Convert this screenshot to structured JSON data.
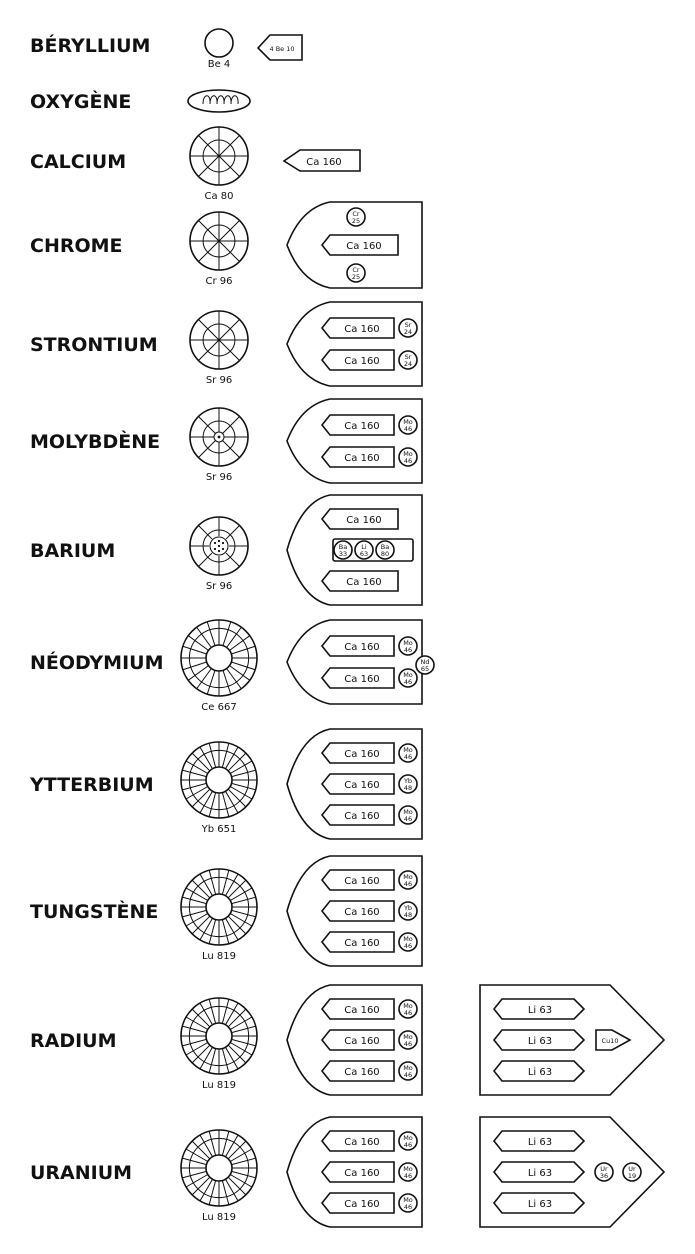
{
  "rows": [
    {
      "name": "BÉRYLLIUM",
      "atom": {
        "kind": "plain",
        "label": "Be 4"
      },
      "figure": {
        "kind": "pentagon",
        "label": "4 Be 10"
      }
    },
    {
      "name": "OXYGÈNE",
      "atom": {
        "kind": "coil",
        "label": ""
      },
      "figure": null
    },
    {
      "name": "CALCIUM",
      "atom": {
        "kind": "spokes",
        "spokes": 8,
        "label": "Ca 80"
      },
      "figure": {
        "kind": "pencil",
        "label": "Ca 160"
      }
    },
    {
      "name": "CHROME",
      "atom": {
        "kind": "spokes",
        "spokes": 8,
        "label": "Cr 96"
      },
      "figure": {
        "kind": "shield",
        "bars": [
          [
            "Ca 160"
          ]
        ],
        "balls": [
          [
            "Cr",
            "25"
          ],
          [
            "Cr",
            "25"
          ]
        ]
      }
    },
    {
      "name": "STRONTIUM",
      "atom": {
        "kind": "spokes",
        "spokes": 8,
        "label": "Sr 96"
      },
      "figure": {
        "kind": "shield",
        "bars": [
          [
            "Ca 160",
            [
              "Sr",
              "24"
            ]
          ],
          [
            "Ca 160",
            [
              "Sr",
              "24"
            ]
          ]
        ]
      }
    },
    {
      "name": "MOLYBDÈNE",
      "atom": {
        "kind": "dot",
        "spokes": 8,
        "label": "Sr 96"
      },
      "figure": {
        "kind": "shield",
        "bars": [
          [
            "Ca 160",
            [
              "Mo",
              "46"
            ]
          ],
          [
            "Ca 160",
            [
              "Mo",
              "46"
            ]
          ]
        ]
      }
    },
    {
      "name": "BARIUM",
      "atom": {
        "kind": "dots",
        "spokes": 8,
        "label": "Sr 96"
      },
      "figure": {
        "kind": "shield",
        "bars": [
          [
            "Ca 160"
          ],
          [
            "balls"
          ],
          [
            "Ca 160"
          ]
        ],
        "mid_balls": [
          [
            "Ba",
            "33"
          ],
          [
            "Li",
            "63"
          ],
          [
            "Ba",
            "80"
          ]
        ]
      }
    },
    {
      "name": "NÉODYMIUM",
      "atom": {
        "kind": "ring",
        "spokes": 20,
        "label": "Ce 667"
      },
      "figure": {
        "kind": "shield",
        "bars": [
          [
            "Ca 160",
            [
              "Mo",
              "46"
            ]
          ],
          [
            "Ca 160",
            [
              "Mo",
              "46"
            ]
          ]
        ],
        "side_ball": [
          "Nd",
          "65"
        ]
      }
    },
    {
      "name": "YTTERBIUM",
      "atom": {
        "kind": "ring",
        "spokes": 24,
        "label": "Yb 651"
      },
      "figure": {
        "kind": "shield",
        "bars": [
          [
            "Ca 160",
            [
              "Mo",
              "46"
            ]
          ],
          [
            "Ca 160",
            [
              "Yb",
              "48"
            ]
          ],
          [
            "Ca 160",
            [
              "Mo",
              "46"
            ]
          ]
        ]
      }
    },
    {
      "name": "TUNGSTÈNE",
      "atom": {
        "kind": "ring",
        "spokes": 24,
        "label": "Lu 819"
      },
      "figure": {
        "kind": "shield",
        "bars": [
          [
            "Ca 160",
            [
              "Mo",
              "46"
            ]
          ],
          [
            "Ca 160",
            [
              "Yb",
              "48"
            ]
          ],
          [
            "Ca 160",
            [
              "Mo",
              "46"
            ]
          ]
        ]
      }
    },
    {
      "name": "RADIUM",
      "atom": {
        "kind": "ring",
        "spokes": 24,
        "label": "Lu 819"
      },
      "figure": {
        "kind": "shield",
        "bars": [
          [
            "Ca 160",
            [
              "Mo",
              "46"
            ]
          ],
          [
            "Ca 160",
            [
              "Mo",
              "46"
            ]
          ],
          [
            "Ca 160",
            [
              "Mo",
              "46"
            ]
          ]
        ]
      },
      "extra": {
        "bars": [
          "Li 63",
          "Li 63",
          "Li 63"
        ],
        "tip_label": "Cu10"
      }
    },
    {
      "name": "URANIUM",
      "atom": {
        "kind": "ring",
        "spokes": 24,
        "label": "Lu 819"
      },
      "figure": {
        "kind": "shield",
        "bars": [
          [
            "Ca 160",
            [
              "Mo",
              "46"
            ]
          ],
          [
            "Ca 160",
            [
              "Mo",
              "46"
            ]
          ],
          [
            "Ca 160",
            [
              "Mo",
              "46"
            ]
          ]
        ]
      },
      "extra": {
        "bars": [
          "Li 63",
          "Li 63",
          "Li 63"
        ],
        "tip_balls": [
          [
            "Ur",
            "36"
          ],
          [
            "Ur",
            "19"
          ]
        ]
      }
    }
  ]
}
